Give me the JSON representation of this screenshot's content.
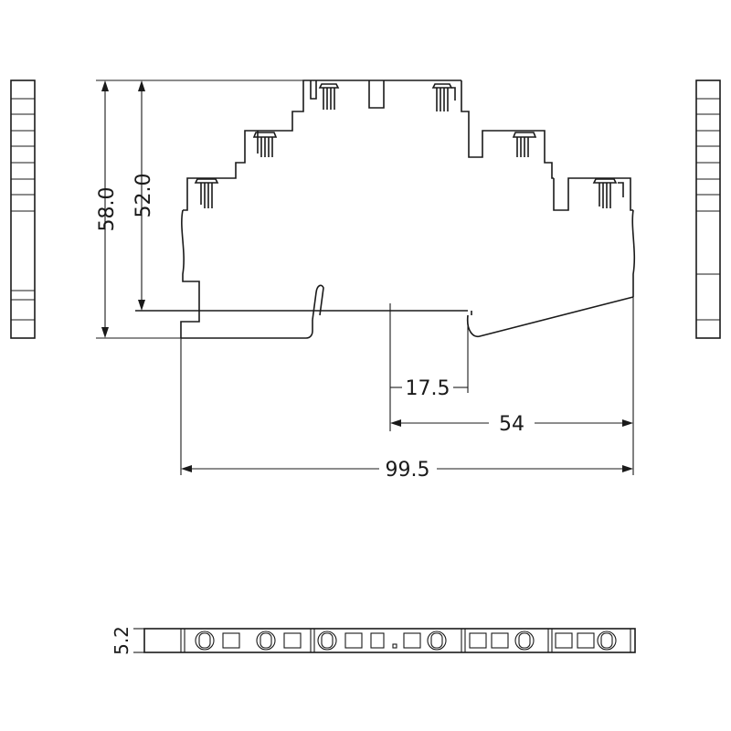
{
  "drawing": {
    "dimensions": {
      "height_overall": "58.0",
      "height_inner": "52.0",
      "offset_a": "17.5",
      "offset_b": "54",
      "width_overall": "99.5",
      "thickness": "5.2"
    }
  }
}
